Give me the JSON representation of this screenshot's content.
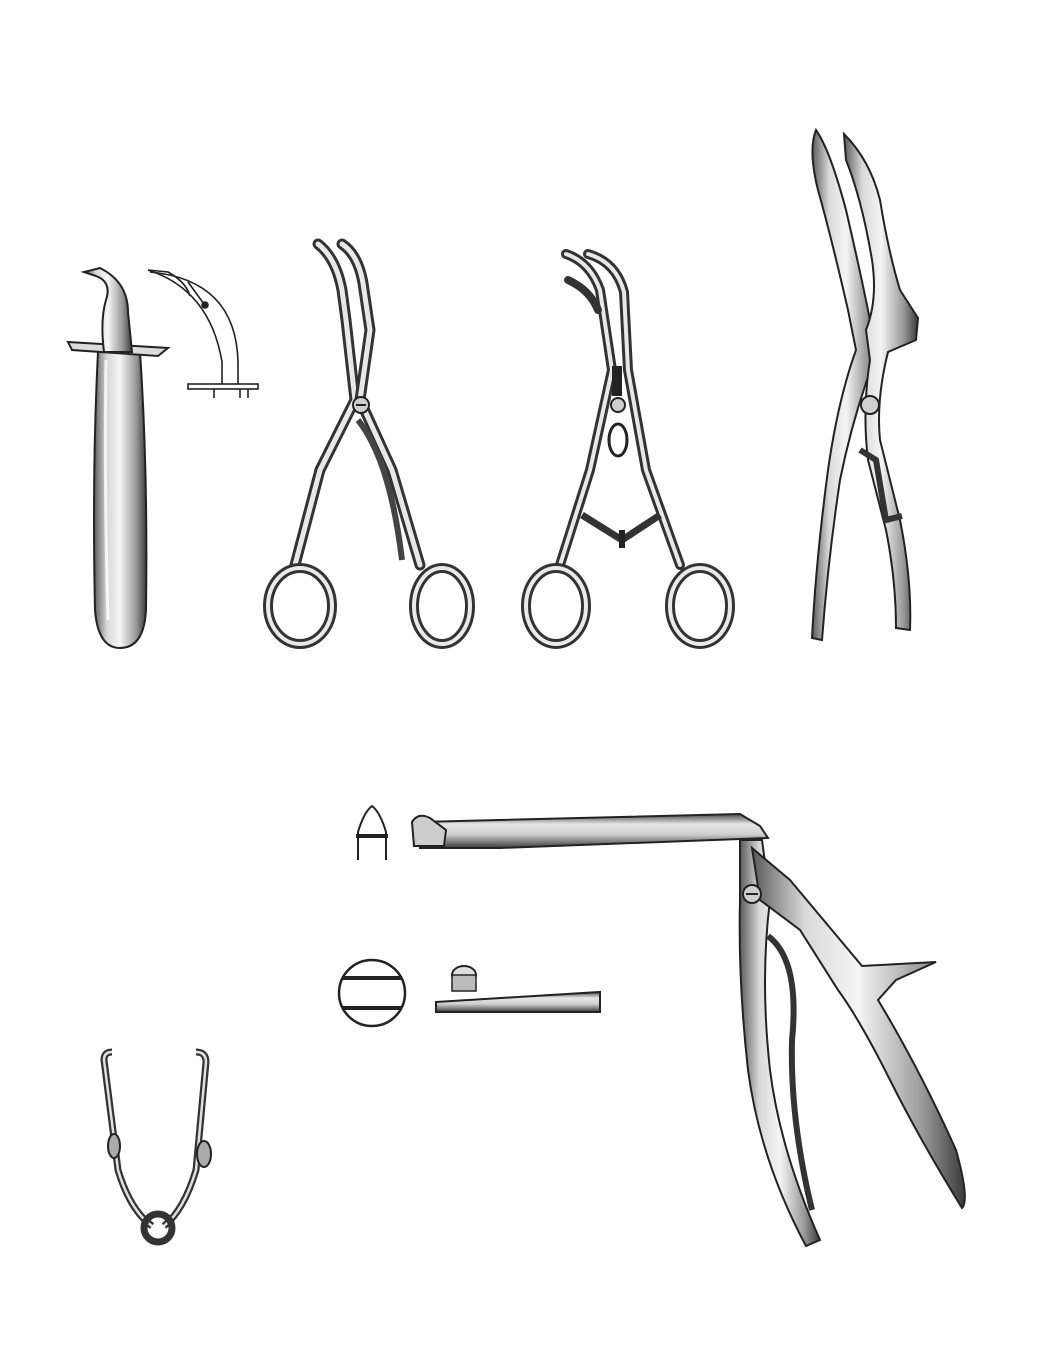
{
  "page": {
    "background": "#ffffff",
    "ink_color": "#1a1a1a",
    "metal_light": "#f2f2f2",
    "metal_mid": "#b8b8b8",
    "metal_dark": "#4a4a4a"
  },
  "instruments": [
    {
      "id": "tongue-depressor",
      "icon": "curved-blade-retractor"
    },
    {
      "id": "tip-detail-drawing",
      "icon": "line-drawing-detail"
    },
    {
      "id": "curved-retractor-forceps",
      "icon": "ring-handle-forceps"
    },
    {
      "id": "three-prong-retractor-forceps",
      "icon": "ring-handle-forceps-with-ratchet"
    },
    {
      "id": "nasal-speculum",
      "icon": "long-blade-speculum"
    },
    {
      "id": "punch-cross-section-pointed",
      "icon": "cross-section-diagram"
    },
    {
      "id": "punch-cross-section-round",
      "icon": "cross-section-diagram"
    },
    {
      "id": "punch-tip-detail",
      "icon": "punch-tip"
    },
    {
      "id": "bone-punch-rongeur",
      "icon": "kerrison-punch"
    },
    {
      "id": "wire-eyelid-speculum",
      "icon": "spring-wire-speculum"
    }
  ]
}
